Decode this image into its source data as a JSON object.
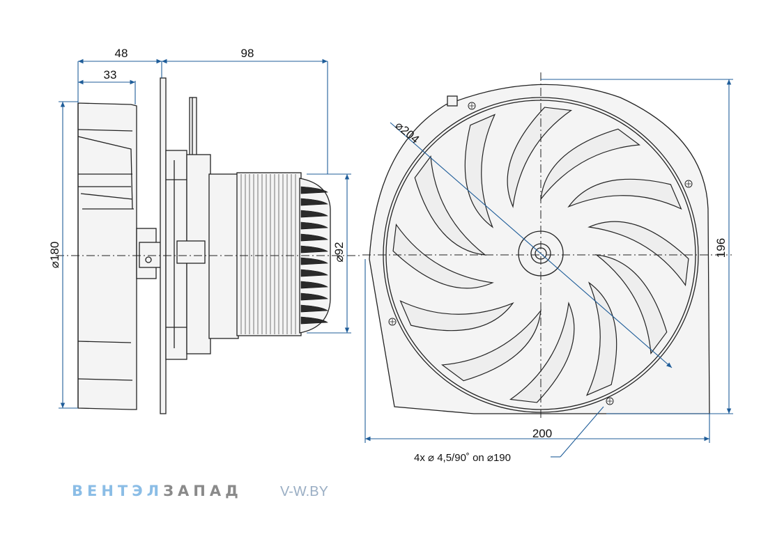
{
  "drawing": {
    "side_view": {
      "dim_top_outer": "48",
      "dim_top_inner": "33",
      "dim_depth": "98",
      "dim_fan_diameter": "⌀180",
      "dim_motor_diameter": "⌀92"
    },
    "front_view": {
      "dim_impeller": "⌀204",
      "dim_height": "196",
      "dim_width": "200",
      "mounting_note": "4x ⌀ 4,5/90˚ on  ⌀190"
    }
  },
  "brand": {
    "part1": "ВЕНТЭЛ",
    "part2": "ЗАПАД",
    "site": "V-W.BY"
  },
  "colors": {
    "dimension_line": "#1f5d99",
    "outline": "#222222",
    "logo_blue": "#8bbde6",
    "logo_gray": "#8a8a8a"
  }
}
